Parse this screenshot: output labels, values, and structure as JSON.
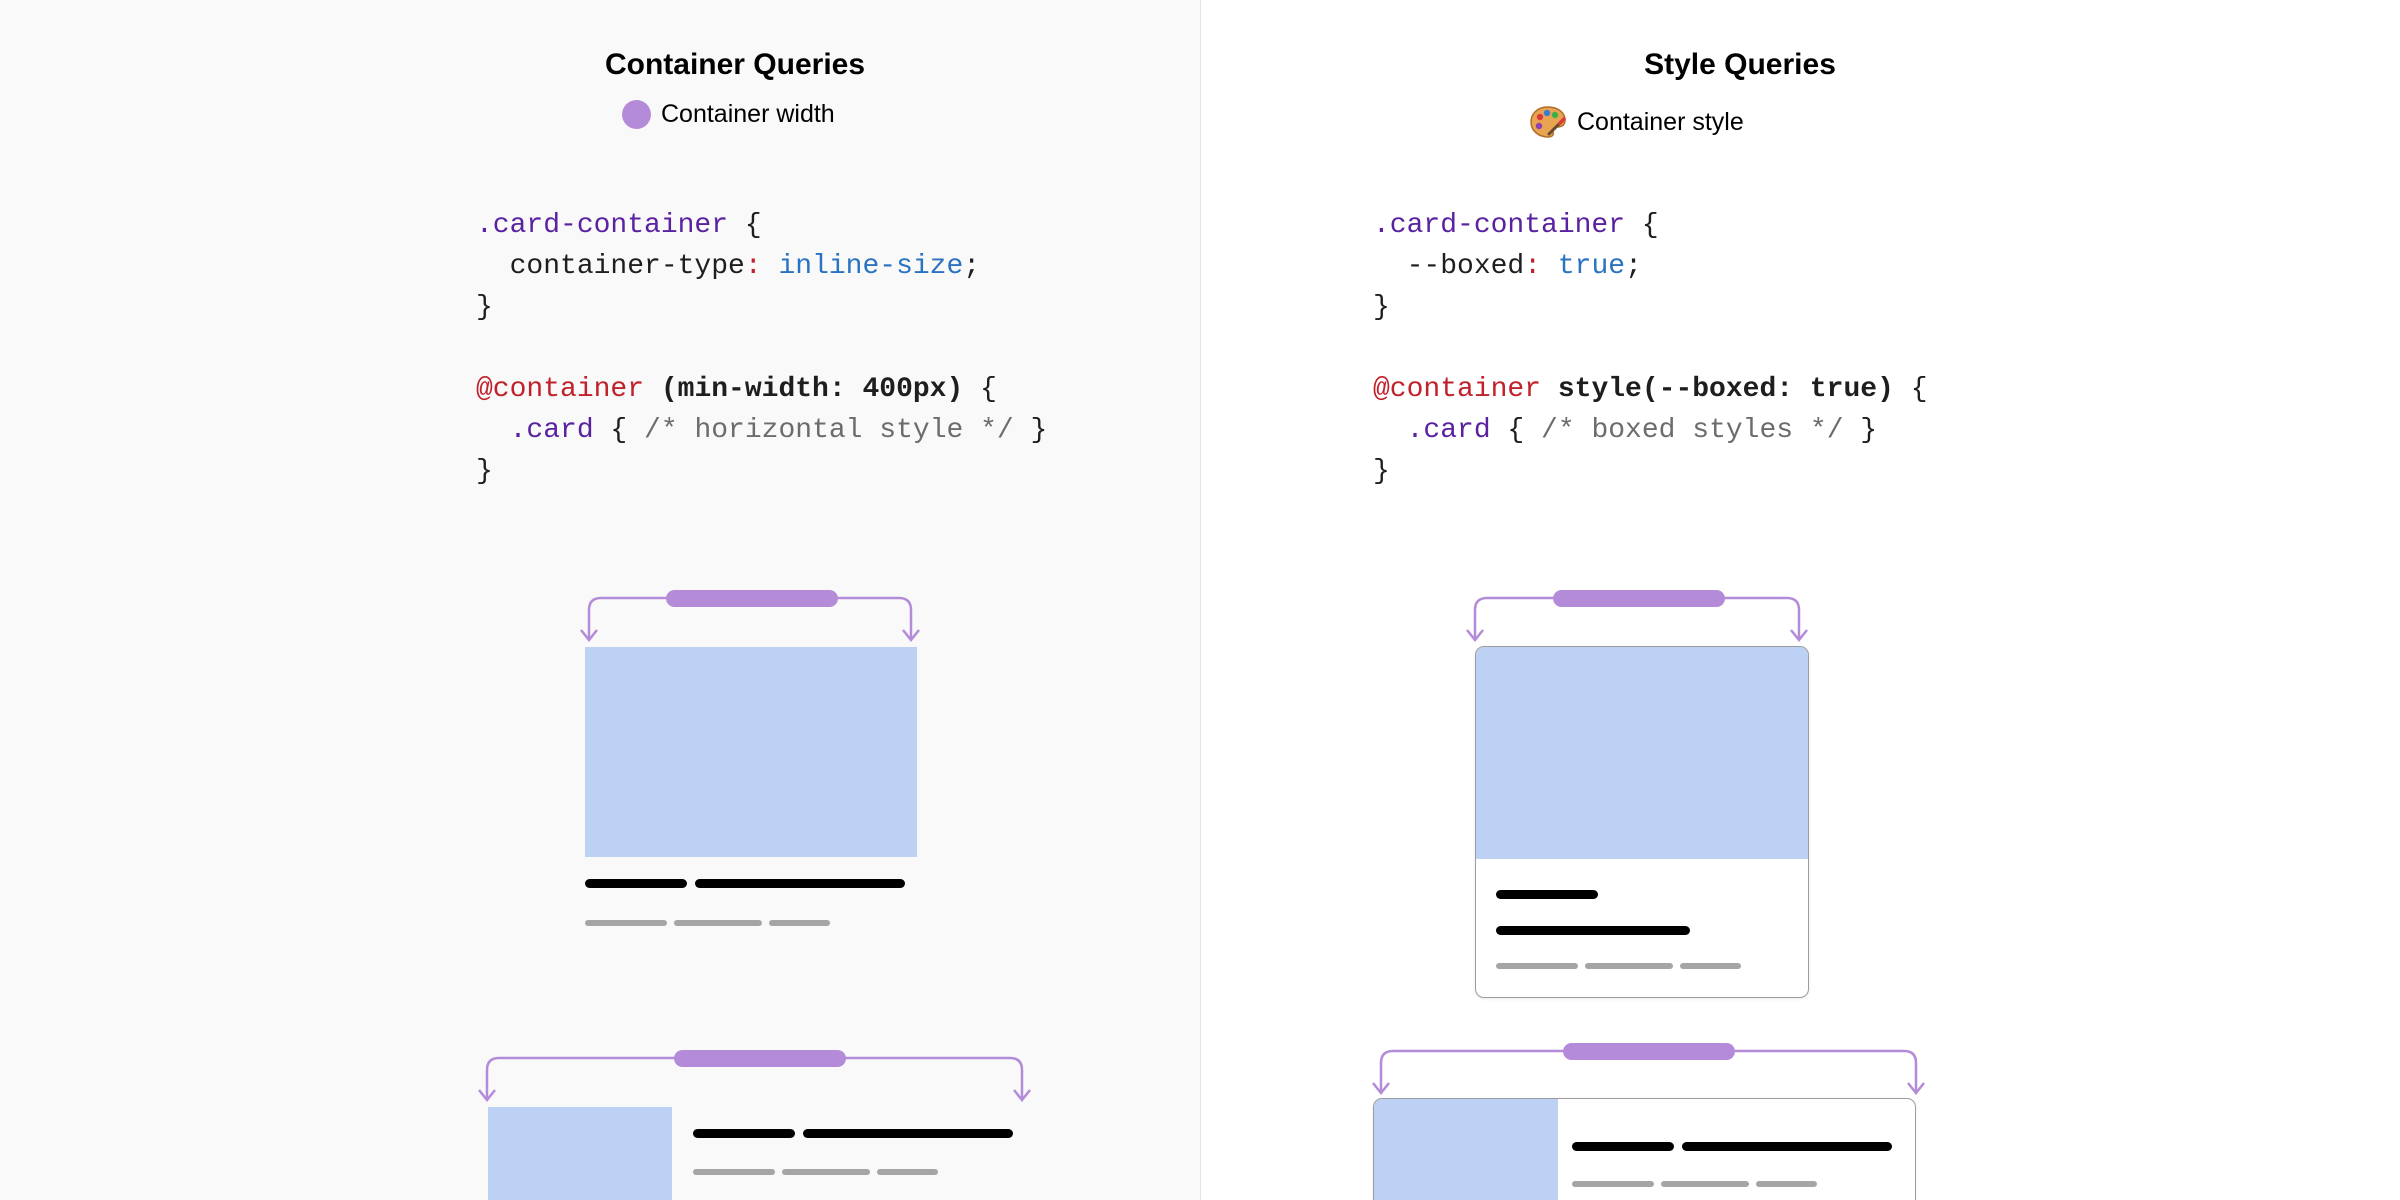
{
  "colors": {
    "accent": "#b48bd9",
    "image": "#bcd1f3",
    "text_bar": "#000000",
    "meta_bar": "#a5a5a5"
  },
  "left": {
    "title": "Container Queries",
    "legend": {
      "icon": "purple-circle-icon",
      "label": "Container width"
    },
    "code": {
      "l1_sel": ".card-container",
      "l1_rest": " {",
      "l2_prop": "  container-type",
      "l2_colon": ":",
      "l2_val": " inline-size",
      "l2_end": ";",
      "l3": "}",
      "l5_at": "@container",
      "l5_cond": " (min-width: 400px)",
      "l5_brace": " {",
      "l6_pre": "  ",
      "l6_sel": ".card",
      "l6_open": " { ",
      "l6_cmt": "/* horizontal style */",
      "l6_close": " }",
      "l7": "}"
    }
  },
  "right": {
    "title": "Style Queries",
    "legend": {
      "icon": "palette-icon",
      "label": "Container style"
    },
    "code": {
      "l1_sel": ".card-container",
      "l1_rest": " {",
      "l2_prop": "  --boxed",
      "l2_colon": ":",
      "l2_val": " true",
      "l2_end": ";",
      "l3": "}",
      "l5_at": "@container",
      "l5_cond": " style(--boxed: true)",
      "l5_brace": " {",
      "l6_pre": "  ",
      "l6_sel": ".card",
      "l6_open": " { ",
      "l6_cmt": "/* boxed styles */",
      "l6_close": " }",
      "l7": "}"
    }
  }
}
